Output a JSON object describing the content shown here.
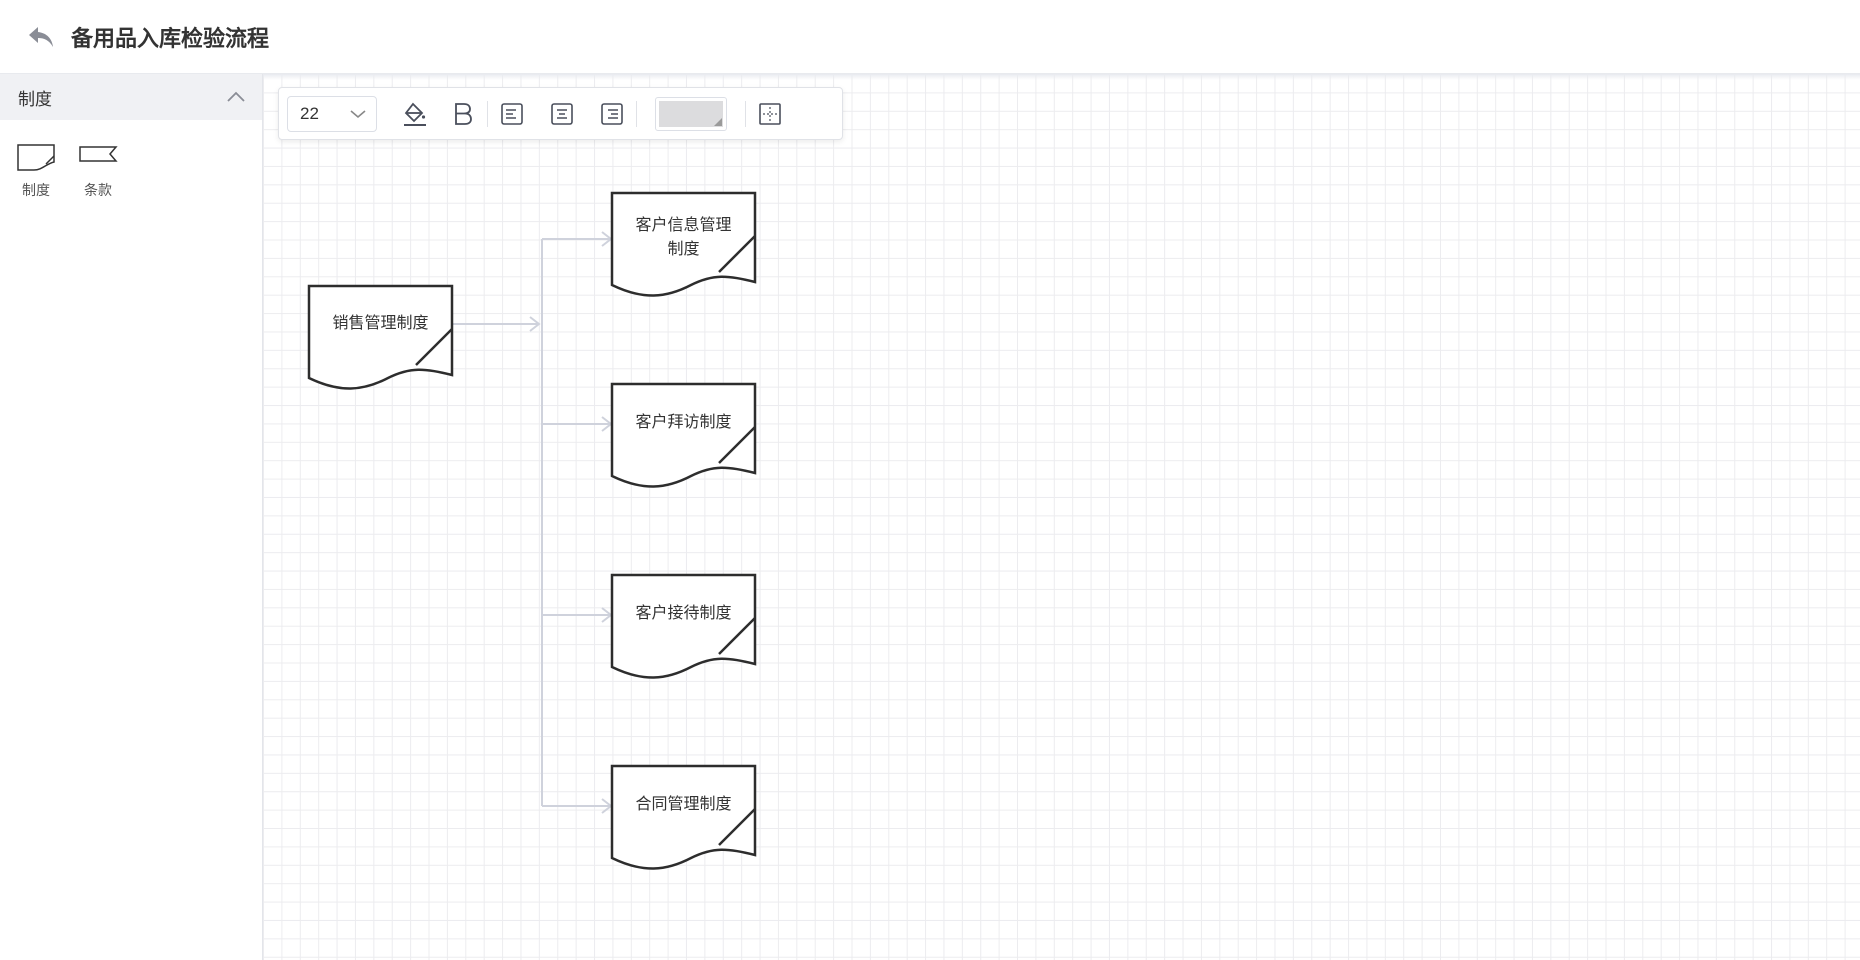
{
  "header": {
    "title": "备用品入库检验流程",
    "back_icon": "back-arrow-icon"
  },
  "sidebar": {
    "panel_title": "制度",
    "collapse_icon": "chevron-up-icon",
    "shapes": [
      {
        "label": "制度",
        "icon": "document-shape-icon"
      },
      {
        "label": "条款",
        "icon": "flag-shape-icon"
      }
    ]
  },
  "toolbar": {
    "font_size": "22",
    "fill_color_value": "#dcdcde",
    "tools": [
      "fill-bucket-icon",
      "bold-icon",
      "align-left-icon",
      "align-center-icon",
      "align-right-icon",
      "color-picker",
      "border-icon"
    ]
  },
  "diagram": {
    "root": {
      "label": "销售管理制度"
    },
    "children": [
      {
        "label": "客户信息管理制度",
        "label_lines": [
          "客户信息管理",
          "制度"
        ]
      },
      {
        "label": "客户拜访制度"
      },
      {
        "label": "客户接待制度"
      },
      {
        "label": "合同管理制度"
      }
    ],
    "colors": {
      "stroke": "#2d2d2d",
      "connector": "#cfd2dc"
    }
  }
}
